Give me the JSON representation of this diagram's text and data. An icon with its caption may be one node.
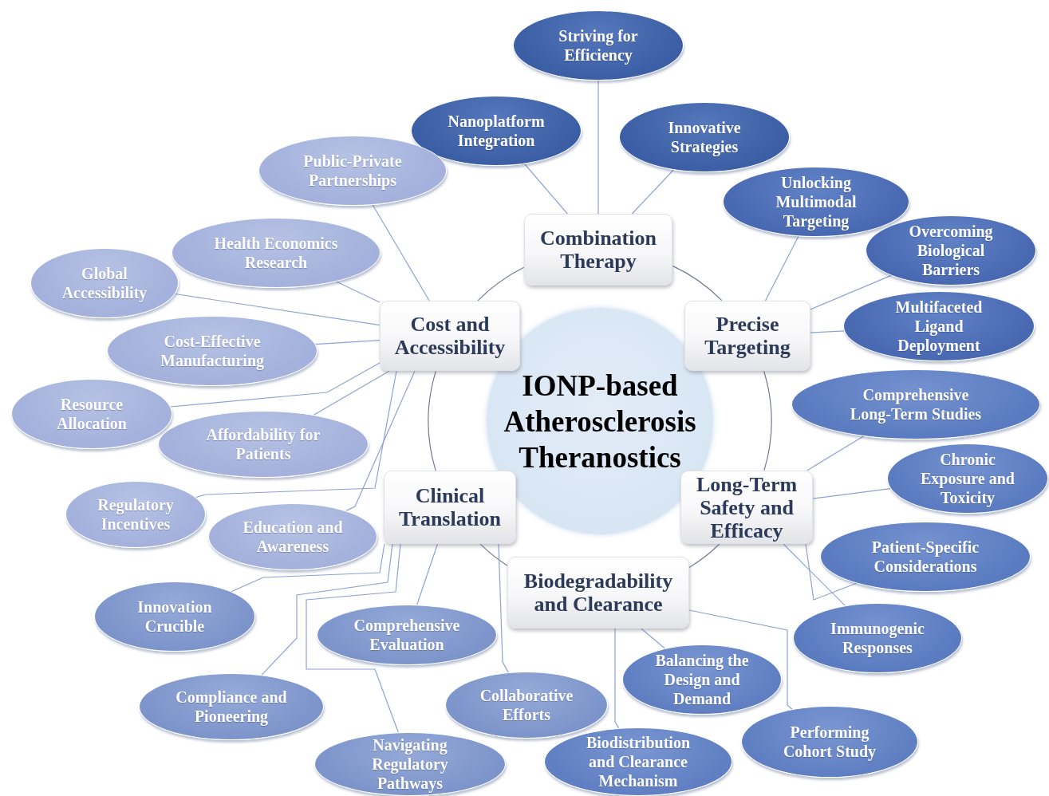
{
  "diagram": {
    "nodes": [
      {
        "text": [
          "IONP-based Atherosclerosis Theranostics"
        ]
      },
      {
        "text": [
          "Combination Therapy"
        ]
      },
      {
        "text": [
          "Precise Targeting"
        ]
      },
      {
        "text": [
          "Long-Term Safety and Efficacy"
        ]
      },
      {
        "text": [
          "Biodegradability and Clearance"
        ]
      },
      {
        "text": [
          "Clinical Translation"
        ]
      },
      {
        "text": [
          "Cost and Accessibility"
        ]
      },
      {
        "text": [
          "Striving for Efficiency"
        ]
      },
      {
        "text": [
          "Nanoplatform Integration"
        ]
      },
      {
        "text": [
          "Innovative Strategies"
        ]
      },
      {
        "text": [
          "Unlocking Multimodal Targeting"
        ]
      },
      {
        "text": [
          "Overcoming Biological Barriers"
        ]
      },
      {
        "text": [
          "Multifaceted Ligand Deployment"
        ]
      },
      {
        "text": [
          "Comprehensive Long-Term Studies"
        ]
      },
      {
        "text": [
          "Chronic Exposure and Toxicity"
        ]
      },
      {
        "text": [
          "Patient-Specific Considerations"
        ]
      },
      {
        "text": [
          "Immunogenic Responses"
        ]
      },
      {
        "text": [
          "Balancing the Design and Demand"
        ]
      },
      {
        "text": [
          "Performing Cohort Study"
        ]
      },
      {
        "text": [
          "Biodistribution and Clearance Mechanism"
        ]
      },
      {
        "text": [
          "Innovation Crucible"
        ]
      },
      {
        "text": [
          "Comprehensive Evaluation"
        ]
      },
      {
        "text": [
          "Compliance and Pioneering"
        ]
      },
      {
        "text": [
          "Collaborative Efforts"
        ]
      },
      {
        "text": [
          "Navigating Regulatory Pathways"
        ]
      },
      {
        "text": [
          "Public-Private Partnerships"
        ]
      },
      {
        "text": [
          "Health Economics Research"
        ]
      },
      {
        "text": [
          "Global Accessibility"
        ]
      },
      {
        "text": [
          "Cost-Effective Manufacturing"
        ]
      },
      {
        "text": [
          "Resource Allocation"
        ]
      },
      {
        "text": [
          "Affordability for Patients"
        ]
      },
      {
        "text": [
          "Regulatory Incentives"
        ]
      },
      {
        "text": [
          "Education and Awareness"
        ]
      }
    ],
    "edges": [
      {
        "from": 1,
        "to": 2,
        "arrow": "none"
      },
      {
        "from": 2,
        "to": 3,
        "arrow": "none"
      },
      {
        "from": 3,
        "to": 4,
        "arrow": "none"
      },
      {
        "from": 4,
        "to": 5,
        "arrow": "none"
      },
      {
        "from": 5,
        "to": 6,
        "arrow": "none"
      },
      {
        "from": 6,
        "to": 1,
        "arrow": "none"
      },
      {
        "from": 1,
        "to": 7,
        "arrow": "none"
      },
      {
        "from": 1,
        "to": 8,
        "arrow": "none"
      },
      {
        "from": 1,
        "to": 9,
        "arrow": "none"
      },
      {
        "from": 2,
        "to": 10,
        "arrow": "none"
      },
      {
        "from": 2,
        "to": 11,
        "arrow": "none"
      },
      {
        "from": 2,
        "to": 12,
        "arrow": "none"
      },
      {
        "from": 3,
        "to": 13,
        "arrow": "none"
      },
      {
        "from": 3,
        "to": 14,
        "arrow": "none"
      },
      {
        "from": 3,
        "to": 15,
        "arrow": "none"
      },
      {
        "from": 3,
        "to": 16,
        "arrow": "none"
      },
      {
        "from": 4,
        "to": 17,
        "arrow": "none"
      },
      {
        "from": 4,
        "to": 18,
        "arrow": "none"
      },
      {
        "from": 4,
        "to": 19,
        "arrow": "none"
      },
      {
        "from": 5,
        "to": 20,
        "arrow": "none"
      },
      {
        "from": 5,
        "to": 21,
        "arrow": "none"
      },
      {
        "from": 5,
        "to": 22,
        "arrow": "none"
      },
      {
        "from": 5,
        "to": 23,
        "arrow": "none"
      },
      {
        "from": 5,
        "to": 24,
        "arrow": "none"
      },
      {
        "from": 6,
        "to": 25,
        "arrow": "none"
      },
      {
        "from": 6,
        "to": 26,
        "arrow": "none"
      },
      {
        "from": 6,
        "to": 27,
        "arrow": "none"
      },
      {
        "from": 6,
        "to": 28,
        "arrow": "none"
      },
      {
        "from": 6,
        "to": 29,
        "arrow": "none"
      },
      {
        "from": 6,
        "to": 30,
        "arrow": "none"
      },
      {
        "from": 6,
        "to": 31,
        "arrow": "none"
      },
      {
        "from": 6,
        "to": 32,
        "arrow": "none"
      }
    ]
  }
}
